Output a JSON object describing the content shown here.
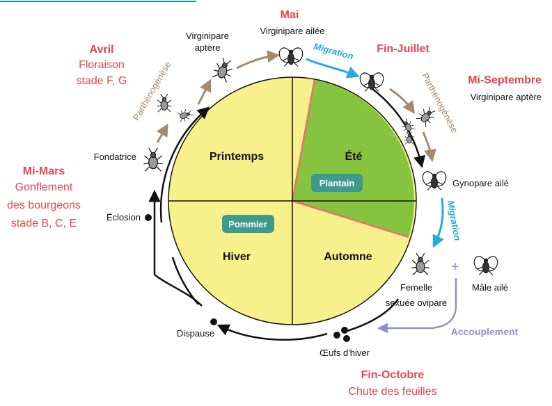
{
  "seasons": {
    "printemps": "Printemps",
    "ete": "Été",
    "automne": "Automne",
    "hiver": "Hiver"
  },
  "hosts": {
    "plantain": "Plantain",
    "pommier": "Pommier"
  },
  "periods": {
    "avril": {
      "title": "Avril",
      "lines": [
        "Floraison",
        "stade F, G"
      ]
    },
    "mai": {
      "title": "Mai"
    },
    "fin_juillet": {
      "title": "Fin-Juillet"
    },
    "mi_septembre": {
      "title": "Mi-Septembre"
    },
    "mi_mars": {
      "title": "Mi-Mars",
      "lines": [
        "Gonflement",
        "des bourgeons",
        "stade B, C, E"
      ]
    },
    "fin_octobre": {
      "title": "Fin-Octobre",
      "lines": [
        "Chute des feuilles"
      ]
    }
  },
  "stages": {
    "virginipare_aptere": [
      "Virginipare",
      "aptère"
    ],
    "virginipare_ailee": "Virginipare ailée",
    "virginipare_aptere_sept": "Virginipare aptère",
    "fondatrice": "Fondatrice",
    "gynopare_aile": "Gynopare ailé",
    "eclosion": "Éclosion",
    "femelle": [
      "Femelle",
      "sexuée ovipare"
    ],
    "male_aile": "Mâle ailé",
    "dispause": "Dispause",
    "oeufs": "Œufs d'hiver",
    "plus": "+"
  },
  "processes": {
    "migration_top": "Migration",
    "migration_right": "Migration",
    "parthenogenese_left": "Parthénogénèse",
    "parthenogenese_right": "Parthénogénèse",
    "accouplement": "Accouplement"
  },
  "colors": {
    "yellow": "#f8f08a",
    "green": "#86c440",
    "host_badge": "#3e9a8a",
    "period_red": "#e8434e",
    "migration_blue": "#27a8dc",
    "arrow_brown": "#a58a6e",
    "accouplement_purple": "#8e90cc",
    "divider_red": "#e5736d",
    "teal_rule": "#1f8ea0"
  }
}
